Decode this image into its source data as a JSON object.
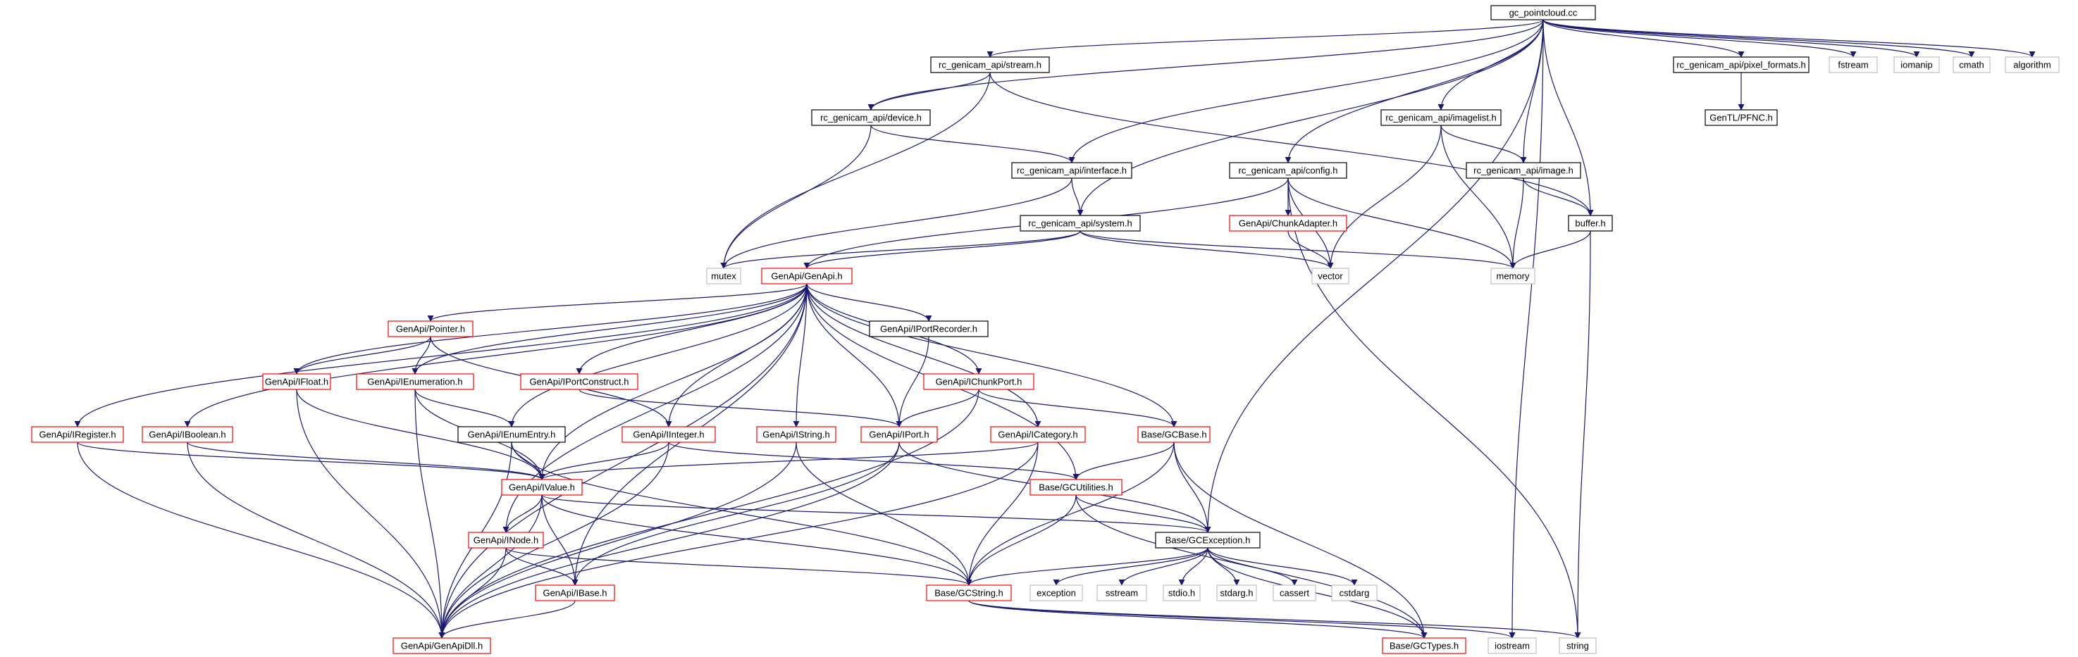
{
  "colors": {
    "edge": "#191970",
    "border_documented": "#000000",
    "border_external": "#c0c0c0",
    "border_incomplete": "#ff0000",
    "root_fill": "#bfbfbf"
  },
  "nodes": [
    {
      "id": "root",
      "label": "gc_pointcloud.cc",
      "kind": "root"
    },
    {
      "id": "stream",
      "label": "rc_genicam_api/stream.h",
      "kind": "documented"
    },
    {
      "id": "pixfmt",
      "label": "rc_genicam_api/pixel_formats.h",
      "kind": "documented"
    },
    {
      "id": "fstream",
      "label": "fstream",
      "kind": "external"
    },
    {
      "id": "iomanip",
      "label": "iomanip",
      "kind": "external"
    },
    {
      "id": "cmath",
      "label": "cmath",
      "kind": "external"
    },
    {
      "id": "algorithm",
      "label": "algorithm",
      "kind": "external"
    },
    {
      "id": "device",
      "label": "rc_genicam_api/device.h",
      "kind": "documented"
    },
    {
      "id": "imagelist",
      "label": "rc_genicam_api/imagelist.h",
      "kind": "documented"
    },
    {
      "id": "pfnc",
      "label": "GenTL/PFNC.h",
      "kind": "documented"
    },
    {
      "id": "interface",
      "label": "rc_genicam_api/interface.h",
      "kind": "documented"
    },
    {
      "id": "config",
      "label": "rc_genicam_api/config.h",
      "kind": "documented"
    },
    {
      "id": "image",
      "label": "rc_genicam_api/image.h",
      "kind": "documented"
    },
    {
      "id": "chunkadapter",
      "label": "GenApi/ChunkAdapter.h",
      "kind": "incomplete"
    },
    {
      "id": "system",
      "label": "rc_genicam_api/system.h",
      "kind": "documented"
    },
    {
      "id": "buffer",
      "label": "buffer.h",
      "kind": "documented"
    },
    {
      "id": "mutex",
      "label": "mutex",
      "kind": "external"
    },
    {
      "id": "genapi",
      "label": "GenApi/GenApi.h",
      "kind": "incomplete"
    },
    {
      "id": "vector",
      "label": "vector",
      "kind": "external"
    },
    {
      "id": "memory",
      "label": "memory",
      "kind": "external"
    },
    {
      "id": "pointer",
      "label": "GenApi/Pointer.h",
      "kind": "incomplete"
    },
    {
      "id": "iportrecorder",
      "label": "GenApi/IPortRecorder.h",
      "kind": "documented"
    },
    {
      "id": "ifloat",
      "label": "GenApi/IFloat.h",
      "kind": "incomplete"
    },
    {
      "id": "ienumeration",
      "label": "GenApi/IEnumeration.h",
      "kind": "incomplete"
    },
    {
      "id": "iportconstruct",
      "label": "GenApi/IPortConstruct.h",
      "kind": "incomplete"
    },
    {
      "id": "ichunkport",
      "label": "GenApi/IChunkPort.h",
      "kind": "incomplete"
    },
    {
      "id": "iregister",
      "label": "GenApi/IRegister.h",
      "kind": "incomplete"
    },
    {
      "id": "iboolean",
      "label": "GenApi/IBoolean.h",
      "kind": "incomplete"
    },
    {
      "id": "ienumentry",
      "label": "GenApi/IEnumEntry.h",
      "kind": "documented"
    },
    {
      "id": "iinteger",
      "label": "GenApi/IInteger.h",
      "kind": "incomplete"
    },
    {
      "id": "istring",
      "label": "GenApi/IString.h",
      "kind": "incomplete"
    },
    {
      "id": "iport",
      "label": "GenApi/IPort.h",
      "kind": "incomplete"
    },
    {
      "id": "icategory",
      "label": "GenApi/ICategory.h",
      "kind": "incomplete"
    },
    {
      "id": "gcbase",
      "label": "Base/GCBase.h",
      "kind": "incomplete"
    },
    {
      "id": "ivalue",
      "label": "GenApi/IValue.h",
      "kind": "incomplete"
    },
    {
      "id": "gcutilities",
      "label": "Base/GCUtilities.h",
      "kind": "incomplete"
    },
    {
      "id": "inode",
      "label": "GenApi/INode.h",
      "kind": "incomplete"
    },
    {
      "id": "gcexception",
      "label": "Base/GCException.h",
      "kind": "documented"
    },
    {
      "id": "ibase",
      "label": "GenApi/IBase.h",
      "kind": "incomplete"
    },
    {
      "id": "gcstring",
      "label": "Base/GCString.h",
      "kind": "incomplete"
    },
    {
      "id": "exception",
      "label": "exception",
      "kind": "external"
    },
    {
      "id": "sstream",
      "label": "sstream",
      "kind": "external"
    },
    {
      "id": "stdio",
      "label": "stdio.h",
      "kind": "external"
    },
    {
      "id": "stdarg",
      "label": "stdarg.h",
      "kind": "external"
    },
    {
      "id": "cassert",
      "label": "cassert",
      "kind": "external"
    },
    {
      "id": "cstdarg",
      "label": "cstdarg",
      "kind": "external"
    },
    {
      "id": "genapidll",
      "label": "GenApi/GenApiDll.h",
      "kind": "incomplete"
    },
    {
      "id": "gctypes",
      "label": "Base/GCTypes.h",
      "kind": "incomplete"
    },
    {
      "id": "iostream",
      "label": "iostream",
      "kind": "external"
    },
    {
      "id": "string",
      "label": "string",
      "kind": "external"
    }
  ],
  "edges": [
    [
      "root",
      "stream"
    ],
    [
      "root",
      "pixfmt"
    ],
    [
      "root",
      "fstream"
    ],
    [
      "root",
      "iomanip"
    ],
    [
      "root",
      "cmath"
    ],
    [
      "root",
      "algorithm"
    ],
    [
      "root",
      "device"
    ],
    [
      "root",
      "imagelist"
    ],
    [
      "root",
      "interface"
    ],
    [
      "root",
      "config"
    ],
    [
      "root",
      "image"
    ],
    [
      "root",
      "system"
    ],
    [
      "root",
      "buffer"
    ],
    [
      "root",
      "gcexception"
    ],
    [
      "root",
      "iostream"
    ],
    [
      "stream",
      "device"
    ],
    [
      "stream",
      "mutex"
    ],
    [
      "stream",
      "buffer"
    ],
    [
      "pixfmt",
      "pfnc"
    ],
    [
      "device",
      "interface"
    ],
    [
      "device",
      "mutex"
    ],
    [
      "imagelist",
      "image"
    ],
    [
      "imagelist",
      "memory"
    ],
    [
      "imagelist",
      "vector"
    ],
    [
      "interface",
      "system"
    ],
    [
      "interface",
      "mutex"
    ],
    [
      "config",
      "chunkadapter"
    ],
    [
      "config",
      "genapi"
    ],
    [
      "config",
      "memory"
    ],
    [
      "config",
      "vector"
    ],
    [
      "config",
      "string"
    ],
    [
      "image",
      "buffer"
    ],
    [
      "image",
      "memory"
    ],
    [
      "chunkadapter",
      "vector"
    ],
    [
      "system",
      "mutex"
    ],
    [
      "system",
      "genapi"
    ],
    [
      "system",
      "vector"
    ],
    [
      "system",
      "memory"
    ],
    [
      "buffer",
      "memory"
    ],
    [
      "buffer",
      "string"
    ],
    [
      "genapi",
      "pointer"
    ],
    [
      "genapi",
      "iportrecorder"
    ],
    [
      "genapi",
      "ifloat"
    ],
    [
      "genapi",
      "ienumeration"
    ],
    [
      "genapi",
      "iportconstruct"
    ],
    [
      "genapi",
      "ichunkport"
    ],
    [
      "genapi",
      "iregister"
    ],
    [
      "genapi",
      "iboolean"
    ],
    [
      "genapi",
      "ienumentry"
    ],
    [
      "genapi",
      "iinteger"
    ],
    [
      "genapi",
      "istring"
    ],
    [
      "genapi",
      "iport"
    ],
    [
      "genapi",
      "icategory"
    ],
    [
      "genapi",
      "gcbase"
    ],
    [
      "genapi",
      "ivalue"
    ],
    [
      "genapi",
      "gcutilities"
    ],
    [
      "genapi",
      "inode"
    ],
    [
      "genapi",
      "ibase"
    ],
    [
      "genapi",
      "genapidll"
    ],
    [
      "pointer",
      "ifloat"
    ],
    [
      "pointer",
      "ienumeration"
    ],
    [
      "pointer",
      "iinteger"
    ],
    [
      "iportrecorder",
      "iport"
    ],
    [
      "ifloat",
      "ivalue"
    ],
    [
      "ifloat",
      "genapidll"
    ],
    [
      "ienumeration",
      "ienumentry"
    ],
    [
      "ienumeration",
      "ivalue"
    ],
    [
      "ienumeration",
      "genapidll"
    ],
    [
      "iportconstruct",
      "iport"
    ],
    [
      "ichunkport",
      "iport"
    ],
    [
      "ichunkport",
      "gcbase"
    ],
    [
      "ichunkport",
      "genapidll"
    ],
    [
      "iregister",
      "ivalue"
    ],
    [
      "iregister",
      "genapidll"
    ],
    [
      "iboolean",
      "ivalue"
    ],
    [
      "iboolean",
      "genapidll"
    ],
    [
      "ienumentry",
      "ivalue"
    ],
    [
      "ienumentry",
      "genapidll"
    ],
    [
      "ienumentry",
      "gcstring"
    ],
    [
      "iinteger",
      "ivalue"
    ],
    [
      "iinteger",
      "genapidll"
    ],
    [
      "iinteger",
      "gcutilities"
    ],
    [
      "istring",
      "gcstring"
    ],
    [
      "istring",
      "genapidll"
    ],
    [
      "iport",
      "ibase"
    ],
    [
      "iport",
      "genapidll"
    ],
    [
      "iport",
      "gcexception"
    ],
    [
      "icategory",
      "ivalue"
    ],
    [
      "icategory",
      "gcstring"
    ],
    [
      "icategory",
      "genapidll"
    ],
    [
      "gcbase",
      "gcutilities"
    ],
    [
      "gcbase",
      "gcexception"
    ],
    [
      "gcbase",
      "gcstring"
    ],
    [
      "gcbase",
      "gctypes"
    ],
    [
      "ivalue",
      "inode"
    ],
    [
      "ivalue",
      "ibase"
    ],
    [
      "ivalue",
      "genapidll"
    ],
    [
      "ivalue",
      "gcstring"
    ],
    [
      "ivalue",
      "gcexception"
    ],
    [
      "gcutilities",
      "gcexception"
    ],
    [
      "gcutilities",
      "gcstring"
    ],
    [
      "gcutilities",
      "gctypes"
    ],
    [
      "inode",
      "ibase"
    ],
    [
      "inode",
      "genapidll"
    ],
    [
      "inode",
      "gcstring"
    ],
    [
      "ibase",
      "genapidll"
    ],
    [
      "gcexception",
      "gcstring"
    ],
    [
      "gcexception",
      "exception"
    ],
    [
      "gcexception",
      "sstream"
    ],
    [
      "gcexception",
      "stdio"
    ],
    [
      "gcexception",
      "stdarg"
    ],
    [
      "gcexception",
      "cassert"
    ],
    [
      "gcexception",
      "cstdarg"
    ],
    [
      "gcexception",
      "gctypes"
    ],
    [
      "gcstring",
      "gctypes"
    ],
    [
      "gcstring",
      "iostream"
    ],
    [
      "gcstring",
      "string"
    ]
  ]
}
